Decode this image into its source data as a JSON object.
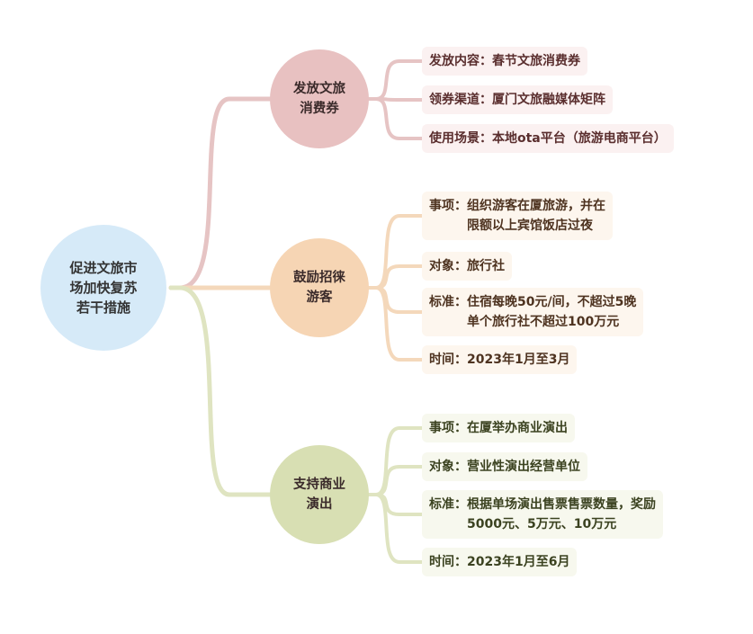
{
  "root": {
    "lines": [
      "促进文旅市",
      "场加快复苏",
      "若干措施"
    ],
    "color": "#d6eaf8"
  },
  "branches": [
    {
      "lines": [
        "发放文旅",
        "消费券"
      ],
      "fill": "#e8c1c1",
      "line_color": "#e6c4c4",
      "leaf_bg": "#fbf1f1",
      "text_color": "#5a2e2e",
      "leaves": [
        {
          "key": "发放内容：",
          "lines": [
            "春节文旅消费券"
          ]
        },
        {
          "key": "领券渠道：",
          "lines": [
            "厦门文旅融媒体矩阵"
          ]
        },
        {
          "key": "使用场景：",
          "lines": [
            "本地ota平台（旅游电商平台）"
          ]
        }
      ]
    },
    {
      "lines": [
        "鼓励招徕",
        "游客"
      ],
      "fill": "#f6d5b4",
      "line_color": "#f4d8bb",
      "leaf_bg": "#fdf6ee",
      "text_color": "#4e3320",
      "leaves": [
        {
          "key": "事项：",
          "lines": [
            "组织游客在厦旅游，并在",
            "限额以上宾馆饭店过夜"
          ]
        },
        {
          "key": "对象：",
          "lines": [
            "旅行社"
          ]
        },
        {
          "key": "标准：",
          "lines": [
            "住宿每晚50元/间，不超过5晚",
            "单个旅行社不超过100万元"
          ]
        },
        {
          "key": "时间：",
          "lines": [
            "2023年1月至3月"
          ]
        }
      ]
    },
    {
      "lines": [
        "支持商业",
        "演出"
      ],
      "fill": "#d8dfb3",
      "line_color": "#dfe4c1",
      "leaf_bg": "#f7f8ee",
      "text_color": "#3b4220",
      "leaves": [
        {
          "key": "事项：",
          "lines": [
            "在厦举办商业演出"
          ]
        },
        {
          "key": "对象：",
          "lines": [
            "营业性演出经营单位"
          ]
        },
        {
          "key": "标准：",
          "lines": [
            "根据单场演出售票售票数量，奖励",
            "5000元、5万元、10万元"
          ]
        },
        {
          "key": "时间：",
          "lines": [
            "2023年1月至6月"
          ]
        }
      ]
    }
  ]
}
